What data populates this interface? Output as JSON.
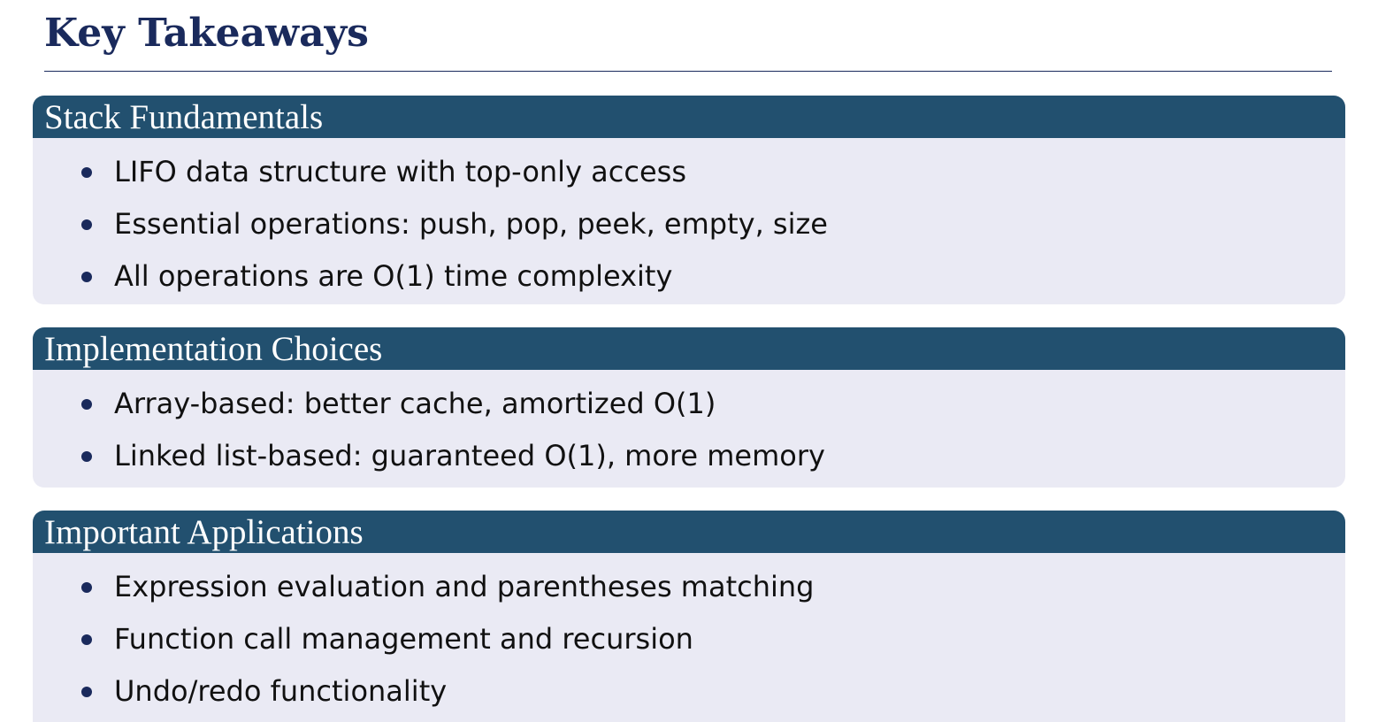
{
  "title": "Key Takeaways",
  "blocks": [
    {
      "heading": "Stack Fundamentals",
      "items": [
        "LIFO data structure with top-only access",
        "Essential operations: push, pop, peek, empty, size",
        "All operations are O(1) time complexity"
      ]
    },
    {
      "heading": "Implementation Choices",
      "items": [
        "Array-based: better cache, amortized O(1)",
        "Linked list-based: guaranteed O(1), more memory"
      ]
    },
    {
      "heading": "Important Applications",
      "items": [
        "Expression evaluation and parentheses matching",
        "Function call management and recursion",
        "Undo/redo functionality"
      ]
    }
  ],
  "colors": {
    "title": "#1a2a5c",
    "block_header_bg": "#22506f",
    "block_body_bg": "#eaeaf4",
    "bullet": "#1a2a5c"
  }
}
